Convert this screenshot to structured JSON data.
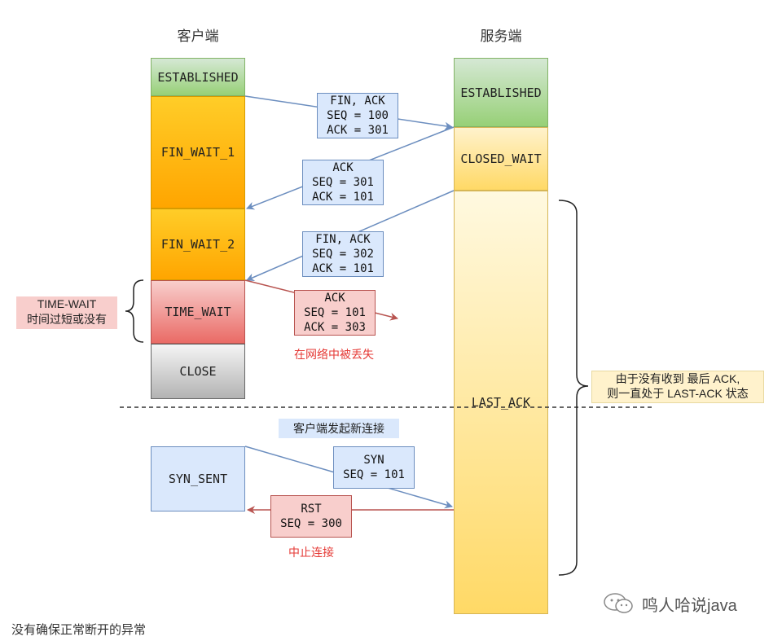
{
  "client": {
    "title": "客户端",
    "states": {
      "established": "ESTABLISHED",
      "fin_wait_1": "FIN_WAIT_1",
      "fin_wait_2": "FIN_WAIT_2",
      "time_wait": "TIME_WAIT",
      "close": "CLOSE",
      "syn_sent": "SYN_SENT"
    },
    "time_wait_note": [
      "TIME-WAIT",
      "时间过短或没有"
    ]
  },
  "server": {
    "title": "服务端",
    "states": {
      "established": "ESTABLISHED",
      "closed_wait": "CLOSED_WAIT",
      "last_ack": "LAST_ACK"
    },
    "last_ack_note": [
      "由于没有收到 最后 ACK,",
      "则一直处于 LAST-ACK 状态"
    ]
  },
  "packets": {
    "fin1": [
      "FIN, ACK",
      "SEQ = 100",
      "ACK = 301"
    ],
    "ack1": [
      "ACK",
      "SEQ = 301",
      "ACK = 101"
    ],
    "fin2": [
      "FIN, ACK",
      "SEQ = 302",
      "ACK = 101"
    ],
    "ack_lost": [
      "ACK",
      "SEQ = 101",
      "ACK = 303"
    ],
    "syn": [
      "SYN",
      "SEQ = 101"
    ],
    "rst": [
      "RST",
      "SEQ = 300"
    ]
  },
  "labels": {
    "lost": "在网络中被丢失",
    "new_conn": "客户端发起新连接",
    "abort": "中止连接",
    "caption": "没有确保正常断开的异常",
    "watermark": "鸣人哈说java"
  },
  "colors": {
    "established": "#a9d18e",
    "fin_wait": "#ffa500",
    "time_wait": "#ea6b66",
    "close": "#b3b3b3",
    "syn_sent": "#dae8fc",
    "server_fill": "#fff2cc",
    "arrow_blue": "#6c8ebf",
    "arrow_red": "#b85450"
  }
}
